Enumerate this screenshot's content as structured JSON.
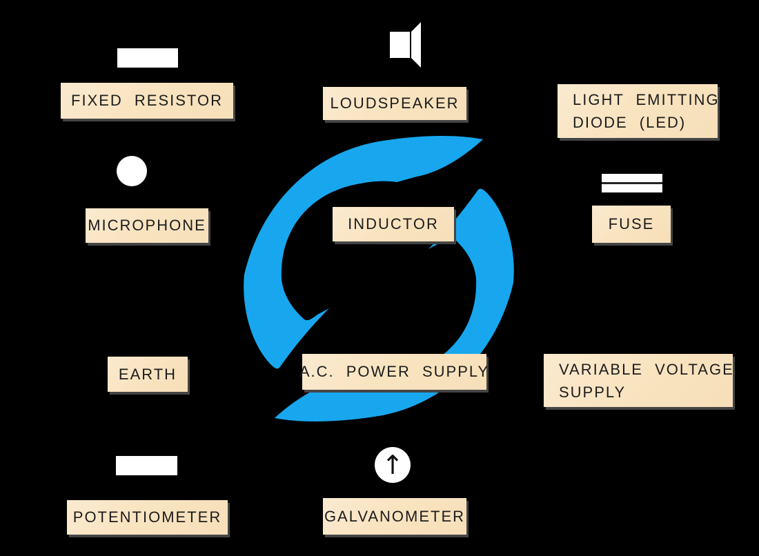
{
  "title": "Electrical circuit symbols diagram",
  "colors": {
    "background": "#000000",
    "accent_blue": "#18A7EE",
    "label_background": "#F9E4C1",
    "label_text": "#1C1C1C",
    "symbol_white": "#FFFFFF"
  },
  "labels": {
    "fixed_resistor": "FIXED RESISTOR",
    "loudspeaker": "LOUDSPEAKER",
    "led_line1": "LIGHT EMITTING",
    "led_line2": "DIODE (LED)",
    "microphone": "MICROPHONE",
    "inductor": "INDUCTOR",
    "fuse": "FUSE",
    "earth": "EARTH",
    "ac_power_supply": "A.C. POWER SUPPLY",
    "vvs_line1": "VARIABLE VOLTAGE",
    "vvs_line2": "SUPPLY",
    "potentiometer": "POTENTIOMETER",
    "galvanometer": "GALVANOMETER"
  },
  "icons": {
    "center": "cycle-arrows",
    "fixed_resistor": "resistor-bar",
    "loudspeaker": "speaker",
    "microphone": "microphone-circle",
    "fuse": "fuse-bar",
    "potentiometer": "resistor-bar",
    "galvanometer": "galvanometer-dial",
    "galvanometer_needle": "↑"
  }
}
